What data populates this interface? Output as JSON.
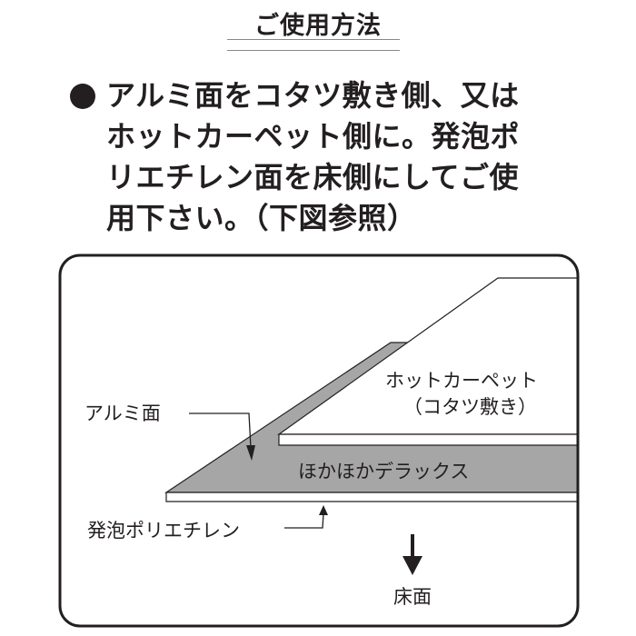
{
  "heading": {
    "title": "ご使用方法"
  },
  "instructions": {
    "lines": [
      "アルミ面をコタツ敷き側、又は",
      "ホットカーペット側に。発泡ポ",
      "リエチレン面を床側にしてご使",
      "用下さい。（下図参照）"
    ]
  },
  "diagram": {
    "labels": {
      "hot_carpet": "ホットカーペット",
      "kotatsu": "（コタツ敷き）",
      "aluminum": "アルミ面",
      "product": "ほかほかデラックス",
      "foam": "発泡ポリエチレン",
      "floor": "床面"
    },
    "colors": {
      "product_layer": "#a6a6a6",
      "line": "#231f20"
    }
  }
}
